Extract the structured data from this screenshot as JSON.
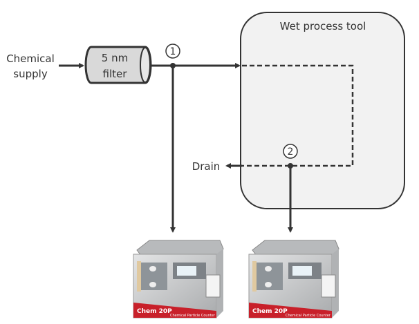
{
  "labels": {
    "chemical_supply_line1": "Chemical",
    "chemical_supply_line2": "supply",
    "filter_line1": "5 nm",
    "filter_line2": "filter",
    "tool": "Wet process tool",
    "drain": "Drain",
    "point1": "1",
    "point2": "2"
  },
  "devices": [
    {
      "logo": "Chem 20P",
      "subtitle": "Chemical Particle Counter"
    },
    {
      "logo": "Chem 20P",
      "subtitle": "Chemical Particle Counter"
    }
  ],
  "colors": {
    "line": "#333333",
    "tool_fill": "#f2f2f2",
    "filter_fill": "#d9d9d9",
    "device_red": "#c8202a",
    "device_steel": "#c9cbcd"
  }
}
